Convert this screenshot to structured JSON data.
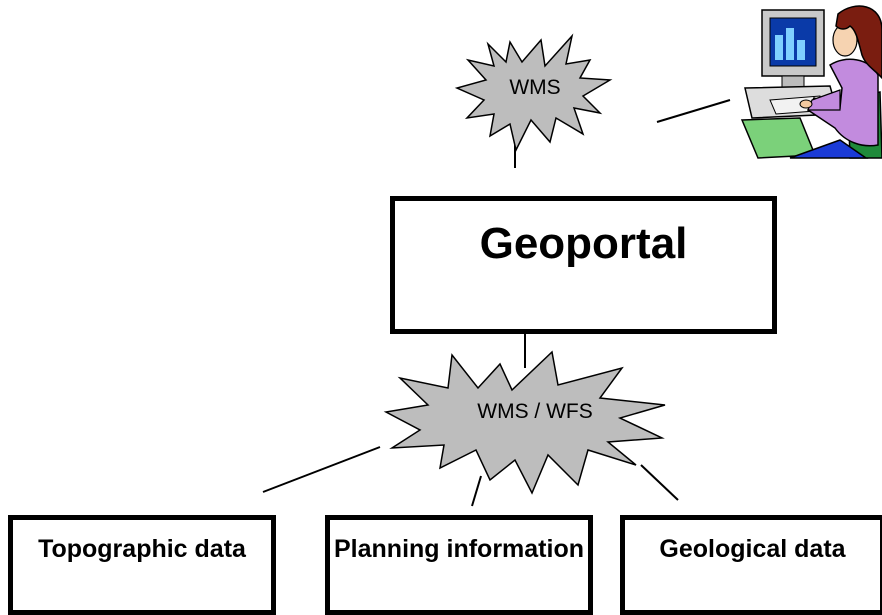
{
  "diagram": {
    "portal": {
      "label": "Geoportal"
    },
    "services": {
      "top": {
        "label": "WMS"
      },
      "bottom": {
        "label": "WMS / WFS"
      }
    },
    "sources": [
      {
        "label": "Topographic data"
      },
      {
        "label": "Planning information"
      },
      {
        "label": "Geological data"
      }
    ],
    "user": {
      "icon": "user-at-computer-icon"
    }
  },
  "colors": {
    "star_fill": "#bdbdbd",
    "stroke": "#000000",
    "box_border": "#000000"
  }
}
